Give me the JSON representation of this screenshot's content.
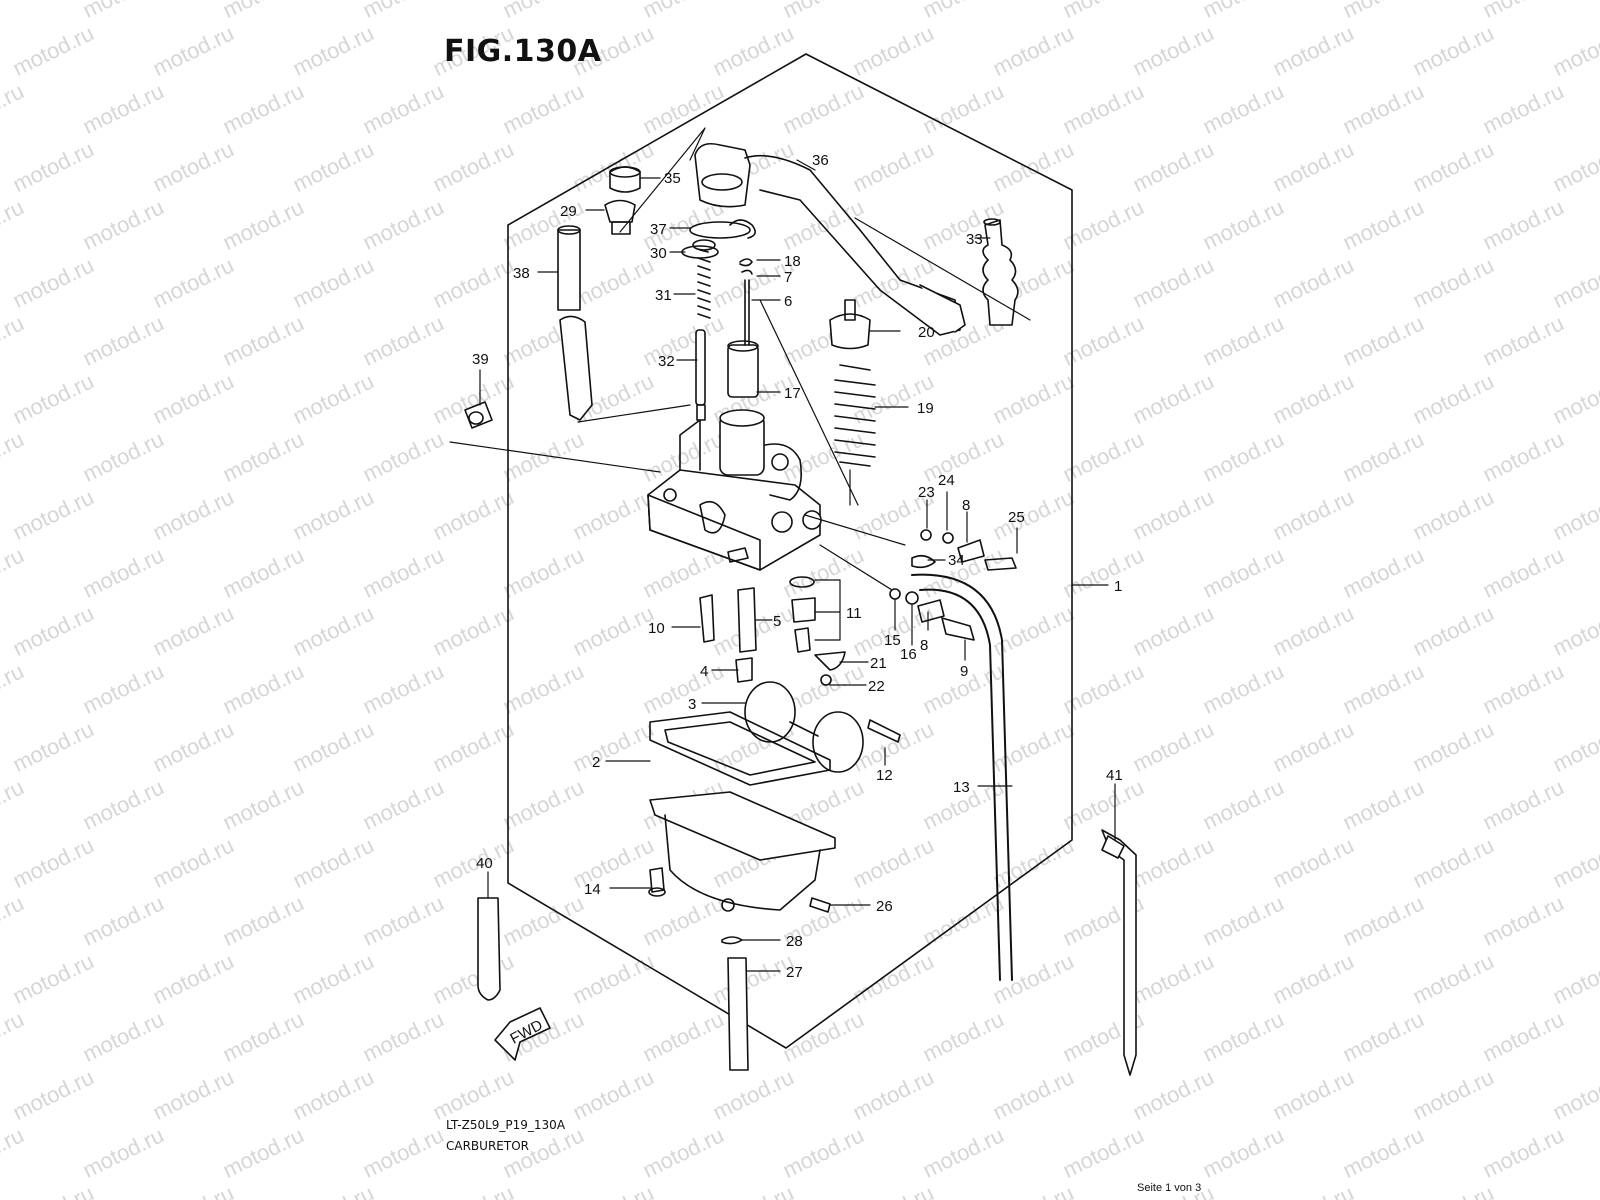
{
  "figure": {
    "title": "FIG.130A",
    "code": "LT-Z50L9_P19_130A",
    "name": "CARBURETOR",
    "page": "Seite 1 von 3"
  },
  "watermark": {
    "text": "motod.ru",
    "color": "#d6d6d6"
  },
  "parts": [
    {
      "label": "1"
    },
    {
      "label": "2"
    },
    {
      "label": "3"
    },
    {
      "label": "4"
    },
    {
      "label": "5"
    },
    {
      "label": "6"
    },
    {
      "label": "7"
    },
    {
      "label": "8"
    },
    {
      "label": "8"
    },
    {
      "label": "9"
    },
    {
      "label": "10"
    },
    {
      "label": "11"
    },
    {
      "label": "12"
    },
    {
      "label": "13"
    },
    {
      "label": "14"
    },
    {
      "label": "15"
    },
    {
      "label": "16"
    },
    {
      "label": "17"
    },
    {
      "label": "18"
    },
    {
      "label": "19"
    },
    {
      "label": "20"
    },
    {
      "label": "21"
    },
    {
      "label": "22"
    },
    {
      "label": "23"
    },
    {
      "label": "24"
    },
    {
      "label": "25"
    },
    {
      "label": "26"
    },
    {
      "label": "27"
    },
    {
      "label": "28"
    },
    {
      "label": "29"
    },
    {
      "label": "30"
    },
    {
      "label": "31"
    },
    {
      "label": "32"
    },
    {
      "label": "33"
    },
    {
      "label": "34"
    },
    {
      "label": "35"
    },
    {
      "label": "36"
    },
    {
      "label": "37"
    },
    {
      "label": "38"
    },
    {
      "label": "39"
    },
    {
      "label": "40"
    },
    {
      "label": "41"
    }
  ],
  "fwd_arrow": {
    "text": "FWD"
  }
}
